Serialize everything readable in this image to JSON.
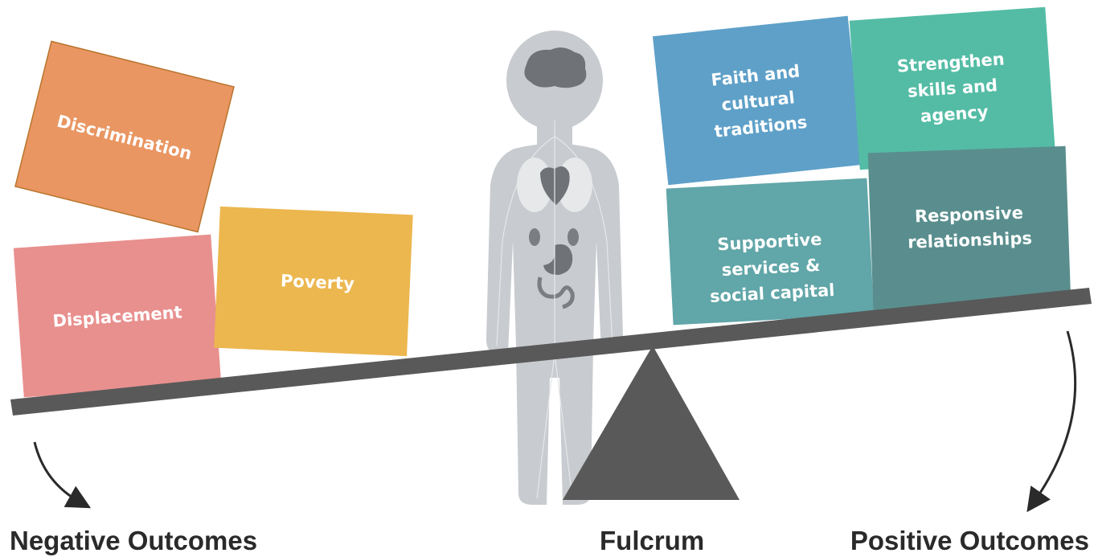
{
  "negative_blocks": {
    "discrimination": "Discrimination",
    "displacement": "Displacement",
    "poverty": "Poverty"
  },
  "positive_blocks": {
    "faith": [
      "Faith and",
      "cultural",
      "traditions"
    ],
    "strengthen": [
      "Strengthen",
      "skills and",
      "agency"
    ],
    "supportive": [
      "Supportive",
      "services &",
      "social capital"
    ],
    "responsive": [
      "Responsive",
      "relationships"
    ]
  },
  "captions": {
    "negative": "Negative Outcomes",
    "fulcrum": "Fulcrum",
    "positive": "Positive Outcomes"
  },
  "colors": {
    "discrimination": "#e99662",
    "displacement": "#e8908e",
    "poverty": "#ecb74f",
    "faith": "#5ea0c8",
    "strengthen": "#54bca5",
    "supportive": "#61a6a8",
    "responsive": "#5a8e8e",
    "beam": "#595959",
    "fulcrum": "#595959",
    "figure": "#c9ccd0"
  }
}
